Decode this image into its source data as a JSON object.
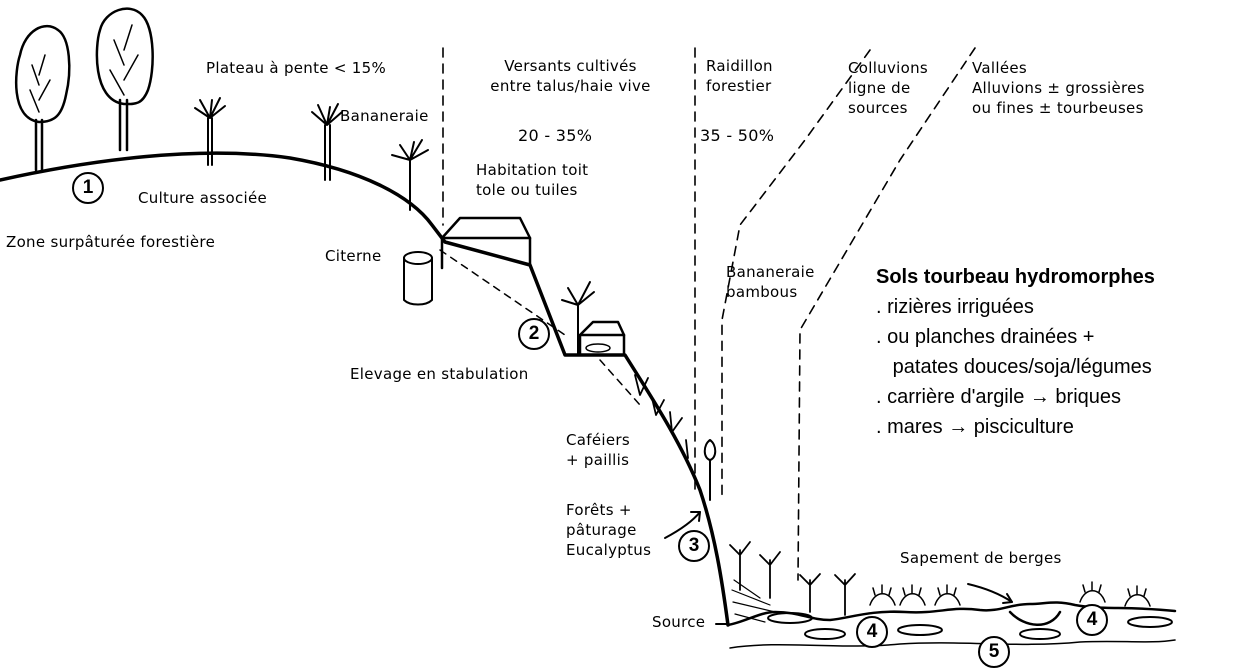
{
  "zones": {
    "plateau": "Plateau à pente < 15%",
    "versants": [
      "Versants cultivés",
      "entre talus/haie vive"
    ],
    "versants_slope": "20 - 35%",
    "raidillon": [
      "Raidillon",
      "forestier"
    ],
    "raidillon_slope": "35 - 50%",
    "colluvions": [
      "Colluvions",
      "ligne de",
      "sources"
    ],
    "vallees": [
      "Vallées",
      "Alluvions ± grossières",
      "ou fines ± tourbeuses"
    ]
  },
  "labels": {
    "bananeraie": "Bananeraie",
    "culture": "Culture associée",
    "zone_surpaturee": "Zone surpâturée forestière",
    "citerne": "Citerne",
    "habitation": [
      "Habitation toit",
      "tole ou tuiles"
    ],
    "elevage": "Elevage en stabulation",
    "cafeiers": [
      "Caféiers",
      "+ paillis"
    ],
    "forets": [
      "Forêts +",
      "pâturage",
      "Eucalyptus"
    ],
    "bananeraie_bambous": [
      "Bananeraie",
      "bambous"
    ],
    "source": "Source",
    "sapement": "Sapement de berges"
  },
  "sols": {
    "title": "Sols tourbeau hydromorphes",
    "items": [
      ". rizières irriguées",
      ". ou planches drainées +",
      "   patates douces/soja/légumes",
      ". carrière d'argile → briques",
      ". mares → pisciculture"
    ]
  },
  "markers": {
    "m1": "1",
    "m2": "2",
    "m3": "3",
    "m4a": "4",
    "m4b": "4",
    "m5": "5"
  }
}
